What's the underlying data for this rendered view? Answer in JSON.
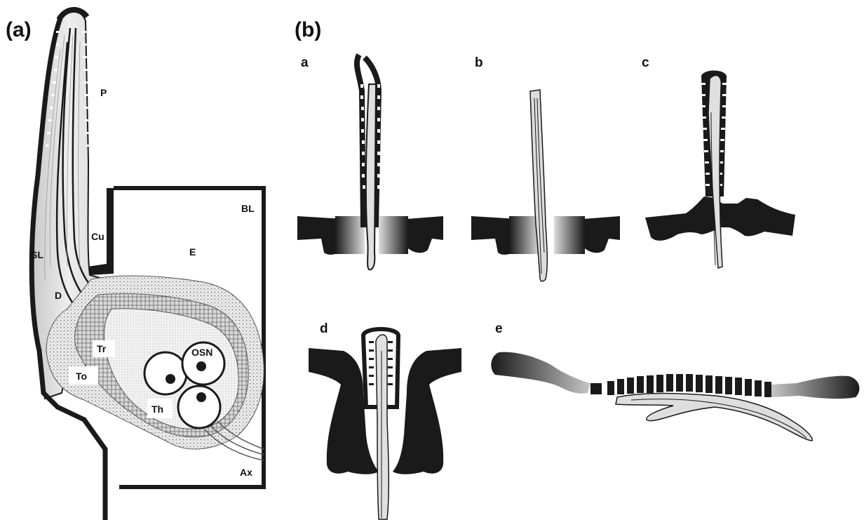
{
  "panel_a": {
    "letter": "(a)",
    "labels": {
      "p": "P",
      "bl": "BL",
      "cu": "Cu",
      "sl": "SL",
      "e": "E",
      "d": "D",
      "tr": "Tr",
      "osn": "OSN",
      "to": "To",
      "th": "Th",
      "ax": "Ax"
    }
  },
  "panel_b": {
    "letter": "(b)",
    "sub_panels": [
      "a",
      "b",
      "c",
      "d",
      "e"
    ]
  },
  "colors": {
    "cuticle": "#1a1a1a",
    "dendrite_fill": "#e4e4e4",
    "accessory_fill": "#d2d2d2",
    "background": "#ffffff"
  }
}
